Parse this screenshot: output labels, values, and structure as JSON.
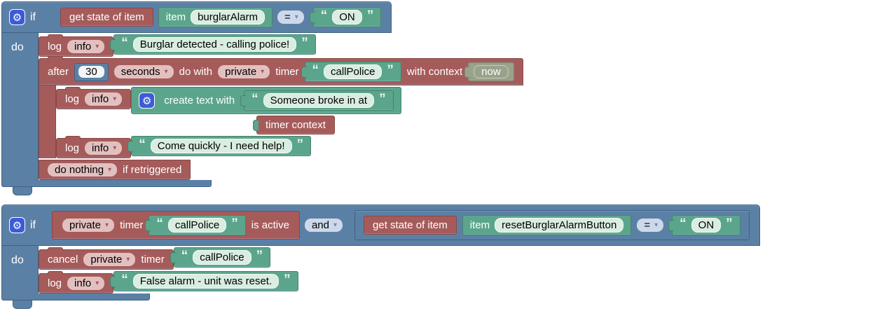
{
  "icons": {
    "gear": "⚙",
    "dropdown": "▾"
  },
  "quotes": {
    "open": "“",
    "close": "”"
  },
  "colors": {
    "block_blue": "#5b80a5",
    "block_blue_border": "#3f6184",
    "block_red": "#a65b5b",
    "block_red_border": "#8a4747",
    "block_green": "#5ba58c",
    "block_green_border": "#47836b",
    "gear_chip_blue": "#3d5bd7",
    "shadow_block": "#99a28b",
    "field_green": "#d9ede1",
    "dropdown_red": "#e3c0c0",
    "dropdown_blue": "#cdd9eb",
    "number_field": "#f3f5f8"
  },
  "rule1": {
    "if_label": "if",
    "do_label": "do",
    "condition": {
      "get_state": "get state of item",
      "item_label": "item",
      "item_name": "burglarAlarm",
      "operator": "=",
      "state": "ON"
    },
    "log_burglar": {
      "log": "log",
      "level": "info",
      "message": "Burglar detected - calling police!"
    },
    "after_timer": {
      "after": "after",
      "delay": "30",
      "unit": "seconds",
      "do_with": "do with",
      "scope": "private",
      "timer": "timer",
      "timer_name": "callPolice",
      "with_context": "with context",
      "context": "now",
      "retrigger_policy": "do nothing",
      "retrigger_suffix": "if retriggered"
    },
    "log_create": {
      "log": "log",
      "level": "info",
      "create_text": "create text with",
      "text_part": "Someone broke in at",
      "context_part": "timer context"
    },
    "log_help": {
      "log": "log",
      "level": "info",
      "message": "Come quickly - I need help!"
    }
  },
  "rule2": {
    "if_label": "if",
    "do_label": "do",
    "timer_active": {
      "scope": "private",
      "timer": "timer",
      "timer_name": "callPolice",
      "suffix": "is active"
    },
    "combine": "and",
    "state_check": {
      "get_state": "get state of item",
      "item_label": "item",
      "item_name": "resetBurglarAlarmButton",
      "operator": "=",
      "state": "ON"
    },
    "cancel_timer": {
      "cancel": "cancel",
      "scope": "private",
      "timer": "timer",
      "timer_name": "callPolice"
    },
    "log_false": {
      "log": "log",
      "level": "info",
      "message": "False alarm - unit was reset."
    }
  }
}
